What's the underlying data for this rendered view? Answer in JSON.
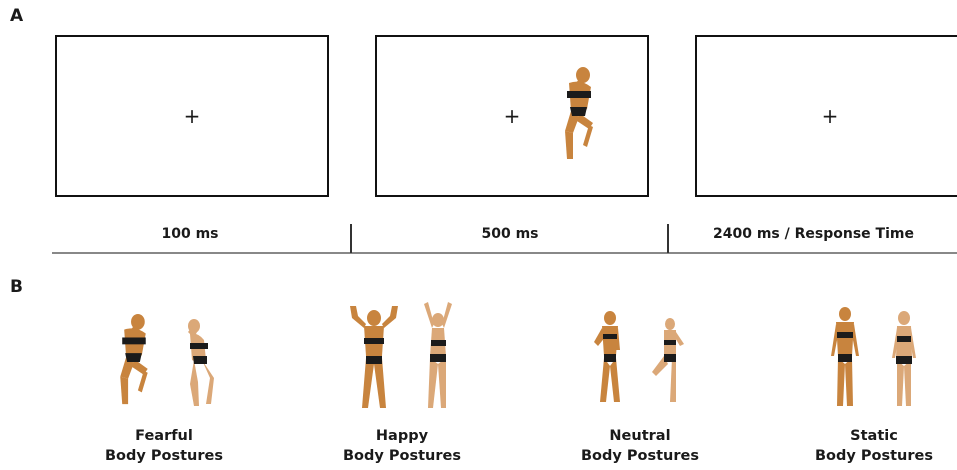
{
  "panel_a": {
    "letter": "A",
    "fixation": "+",
    "durations": [
      "100 ms",
      "500 ms",
      "2400 ms / Response Time"
    ]
  },
  "panel_b": {
    "letter": "B",
    "conditions": [
      {
        "line1": "Fearful",
        "line2": "Body Postures"
      },
      {
        "line1": "Happy",
        "line2": "Body Postures"
      },
      {
        "line1": "Neutral",
        "line2": "Body Postures"
      },
      {
        "line1": "Static",
        "line2": "Body Postures"
      }
    ]
  },
  "colors": {
    "skin": "#c8843e",
    "skin_female": "#dba878",
    "garment": "#1b1b1b",
    "frame": "#111111",
    "axis": "#888888"
  }
}
